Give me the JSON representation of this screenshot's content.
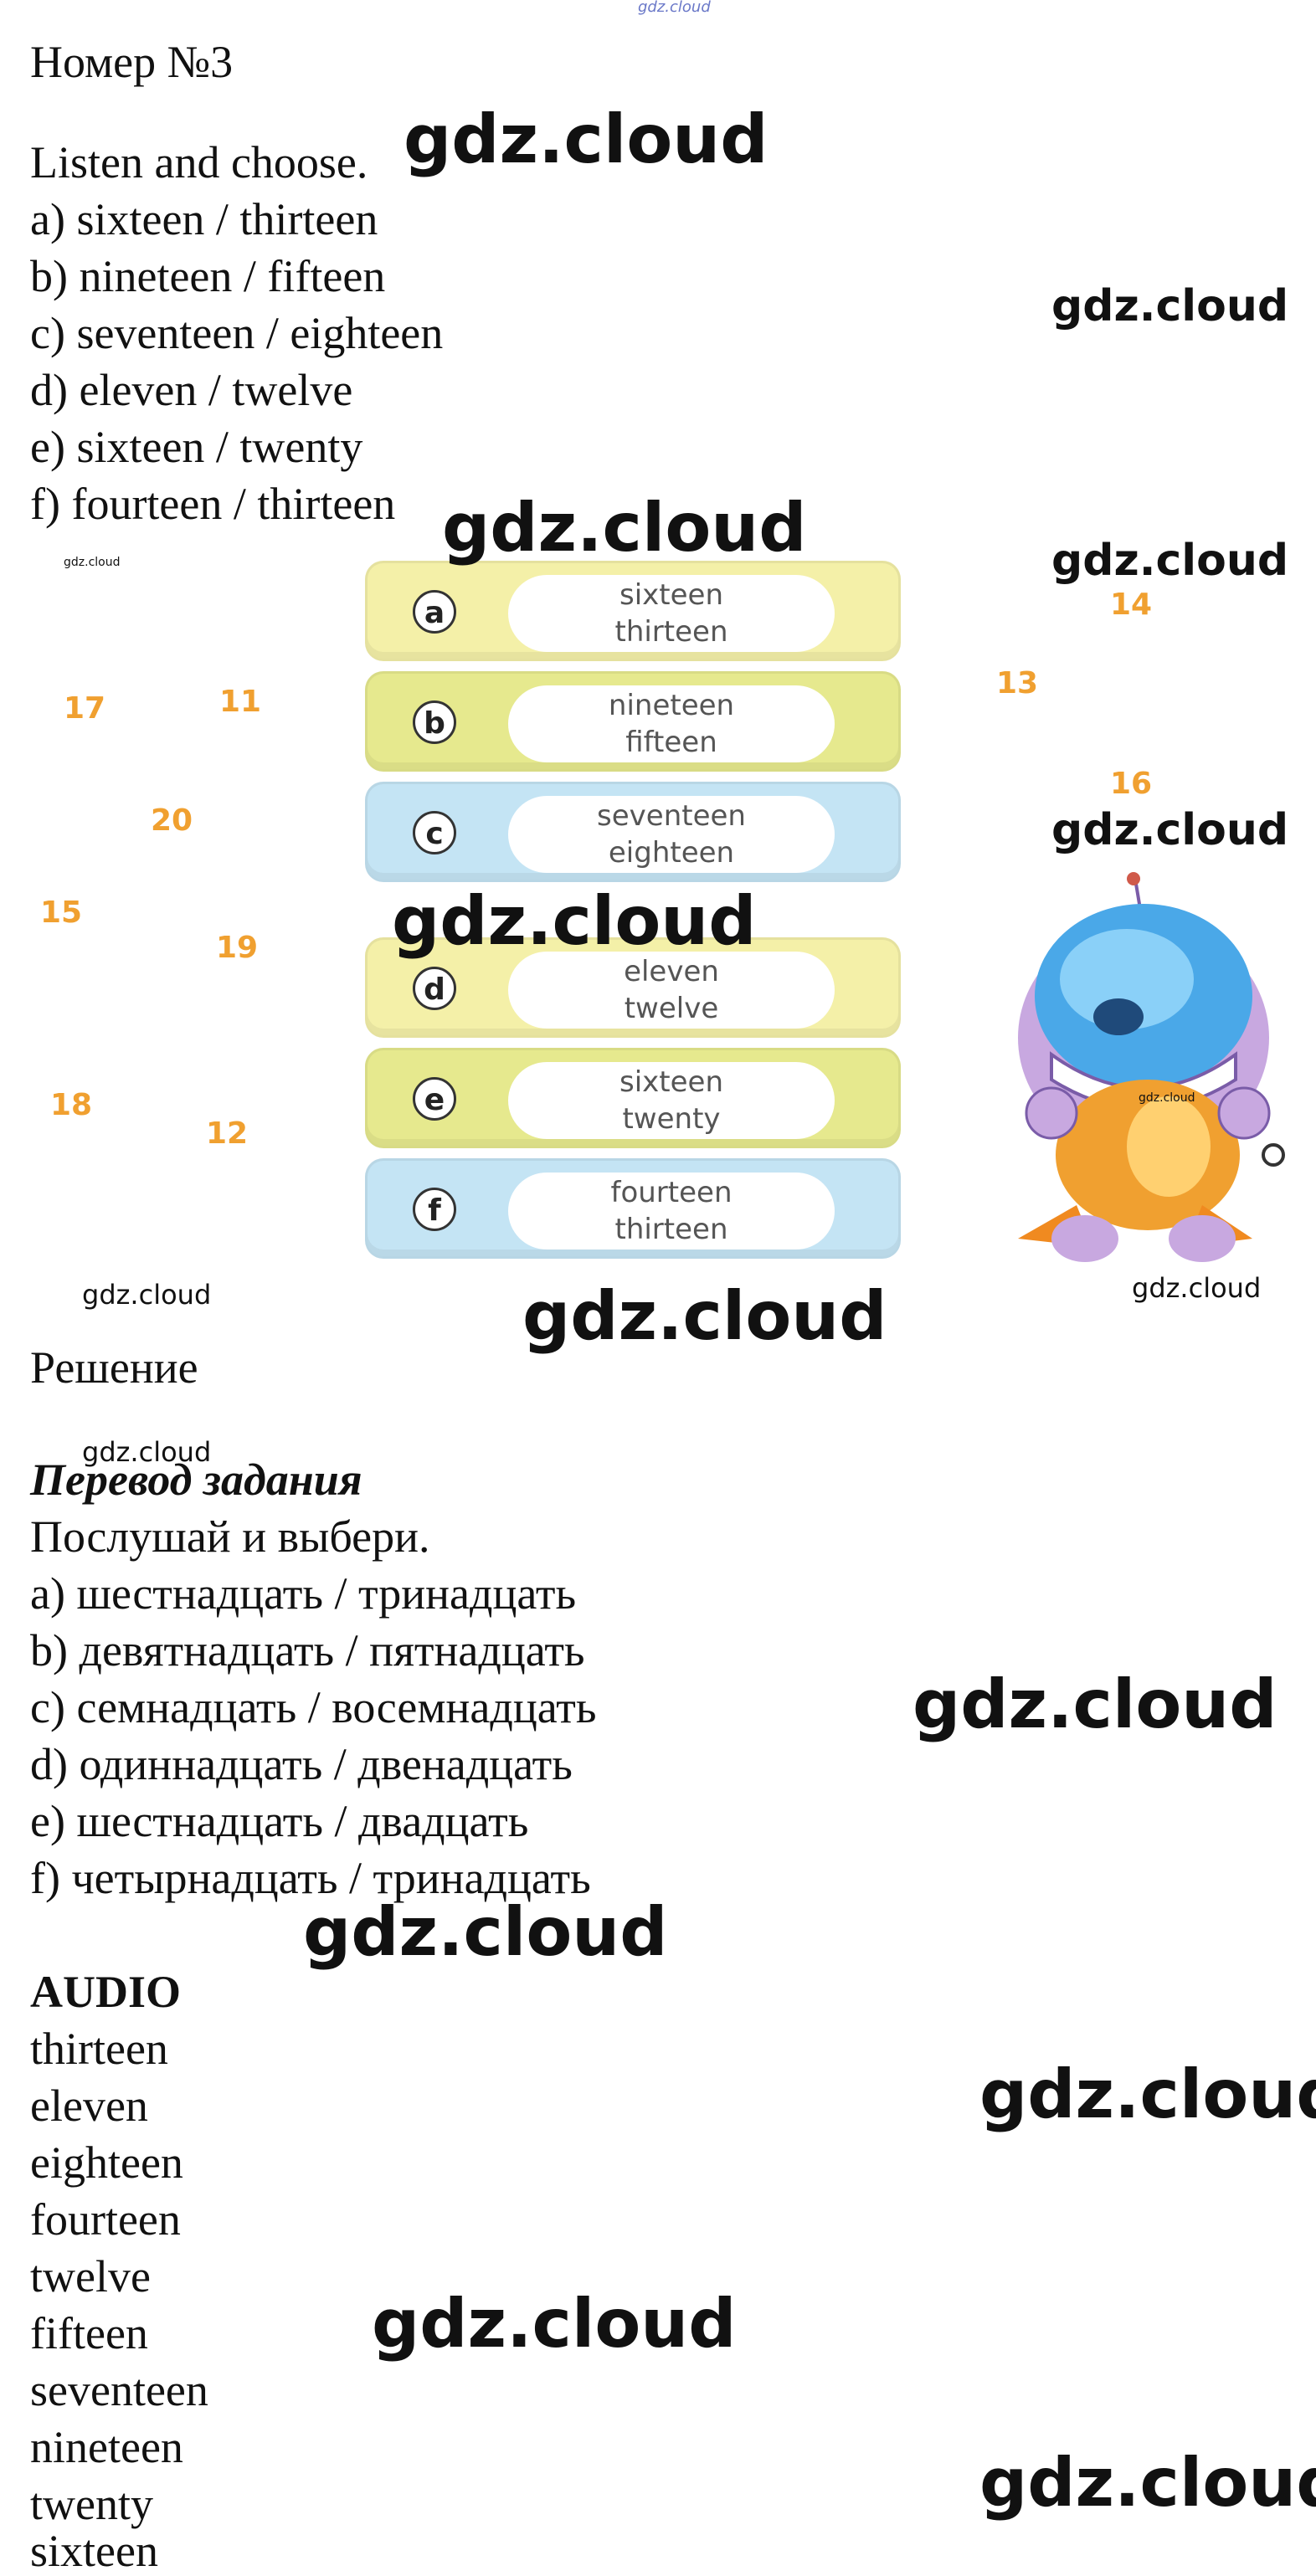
{
  "watermark_top": "gdz.cloud",
  "title": "Номер №3",
  "task": {
    "instruction": "Listen and choose.",
    "options": [
      "a) sixteen / thirteen",
      "b) nineteen / fifteen",
      "c) seventeen / eighteen",
      "d) eleven / twelve",
      "e) sixteen / twenty",
      "f) fourteen / thirteen"
    ]
  },
  "picture": {
    "cards": [
      {
        "letter": "a",
        "top": "sixteen",
        "bottom": "thirteen",
        "color": "#f4f0a8"
      },
      {
        "letter": "b",
        "top": "nineteen",
        "bottom": "fifteen",
        "color": "#e6e98e"
      },
      {
        "letter": "c",
        "top": "seventeen",
        "bottom": "eighteen",
        "color": "#c4e4f4"
      },
      {
        "letter": "d",
        "top": "eleven",
        "bottom": "twelve",
        "color": "#f4f0a8"
      },
      {
        "letter": "e",
        "top": "sixteen",
        "bottom": "twenty",
        "color": "#e6e98e"
      },
      {
        "letter": "f",
        "top": "fourteen",
        "bottom": "thirteen",
        "color": "#c4e4f4"
      }
    ],
    "numbers": [
      "17",
      "11",
      "20",
      "15",
      "19",
      "18",
      "12",
      "14",
      "13",
      "16"
    ],
    "number_color": "#f0a030"
  },
  "solution_heading": "Решение",
  "translation": {
    "heading": "Перевод задания",
    "instruction": "Послушай и выбери.",
    "options": [
      "a) шестнадцать / тринадцать",
      "b) девятнадцать / пятнадцать",
      "c) семнадцать / восемнадцать",
      "d) одиннадцать / двенадцать",
      "e) шестнадцать / двадцать",
      "f) четырнадцать / тринадцать"
    ]
  },
  "audio": {
    "heading": "AUDIO",
    "words": [
      "thirteen",
      "eleven",
      "eighteen",
      "fourteen",
      "twelve",
      "fifteen",
      "seventeen",
      "nineteen",
      "twenty",
      "sixteen"
    ]
  },
  "watermark": "gdz.cloud"
}
